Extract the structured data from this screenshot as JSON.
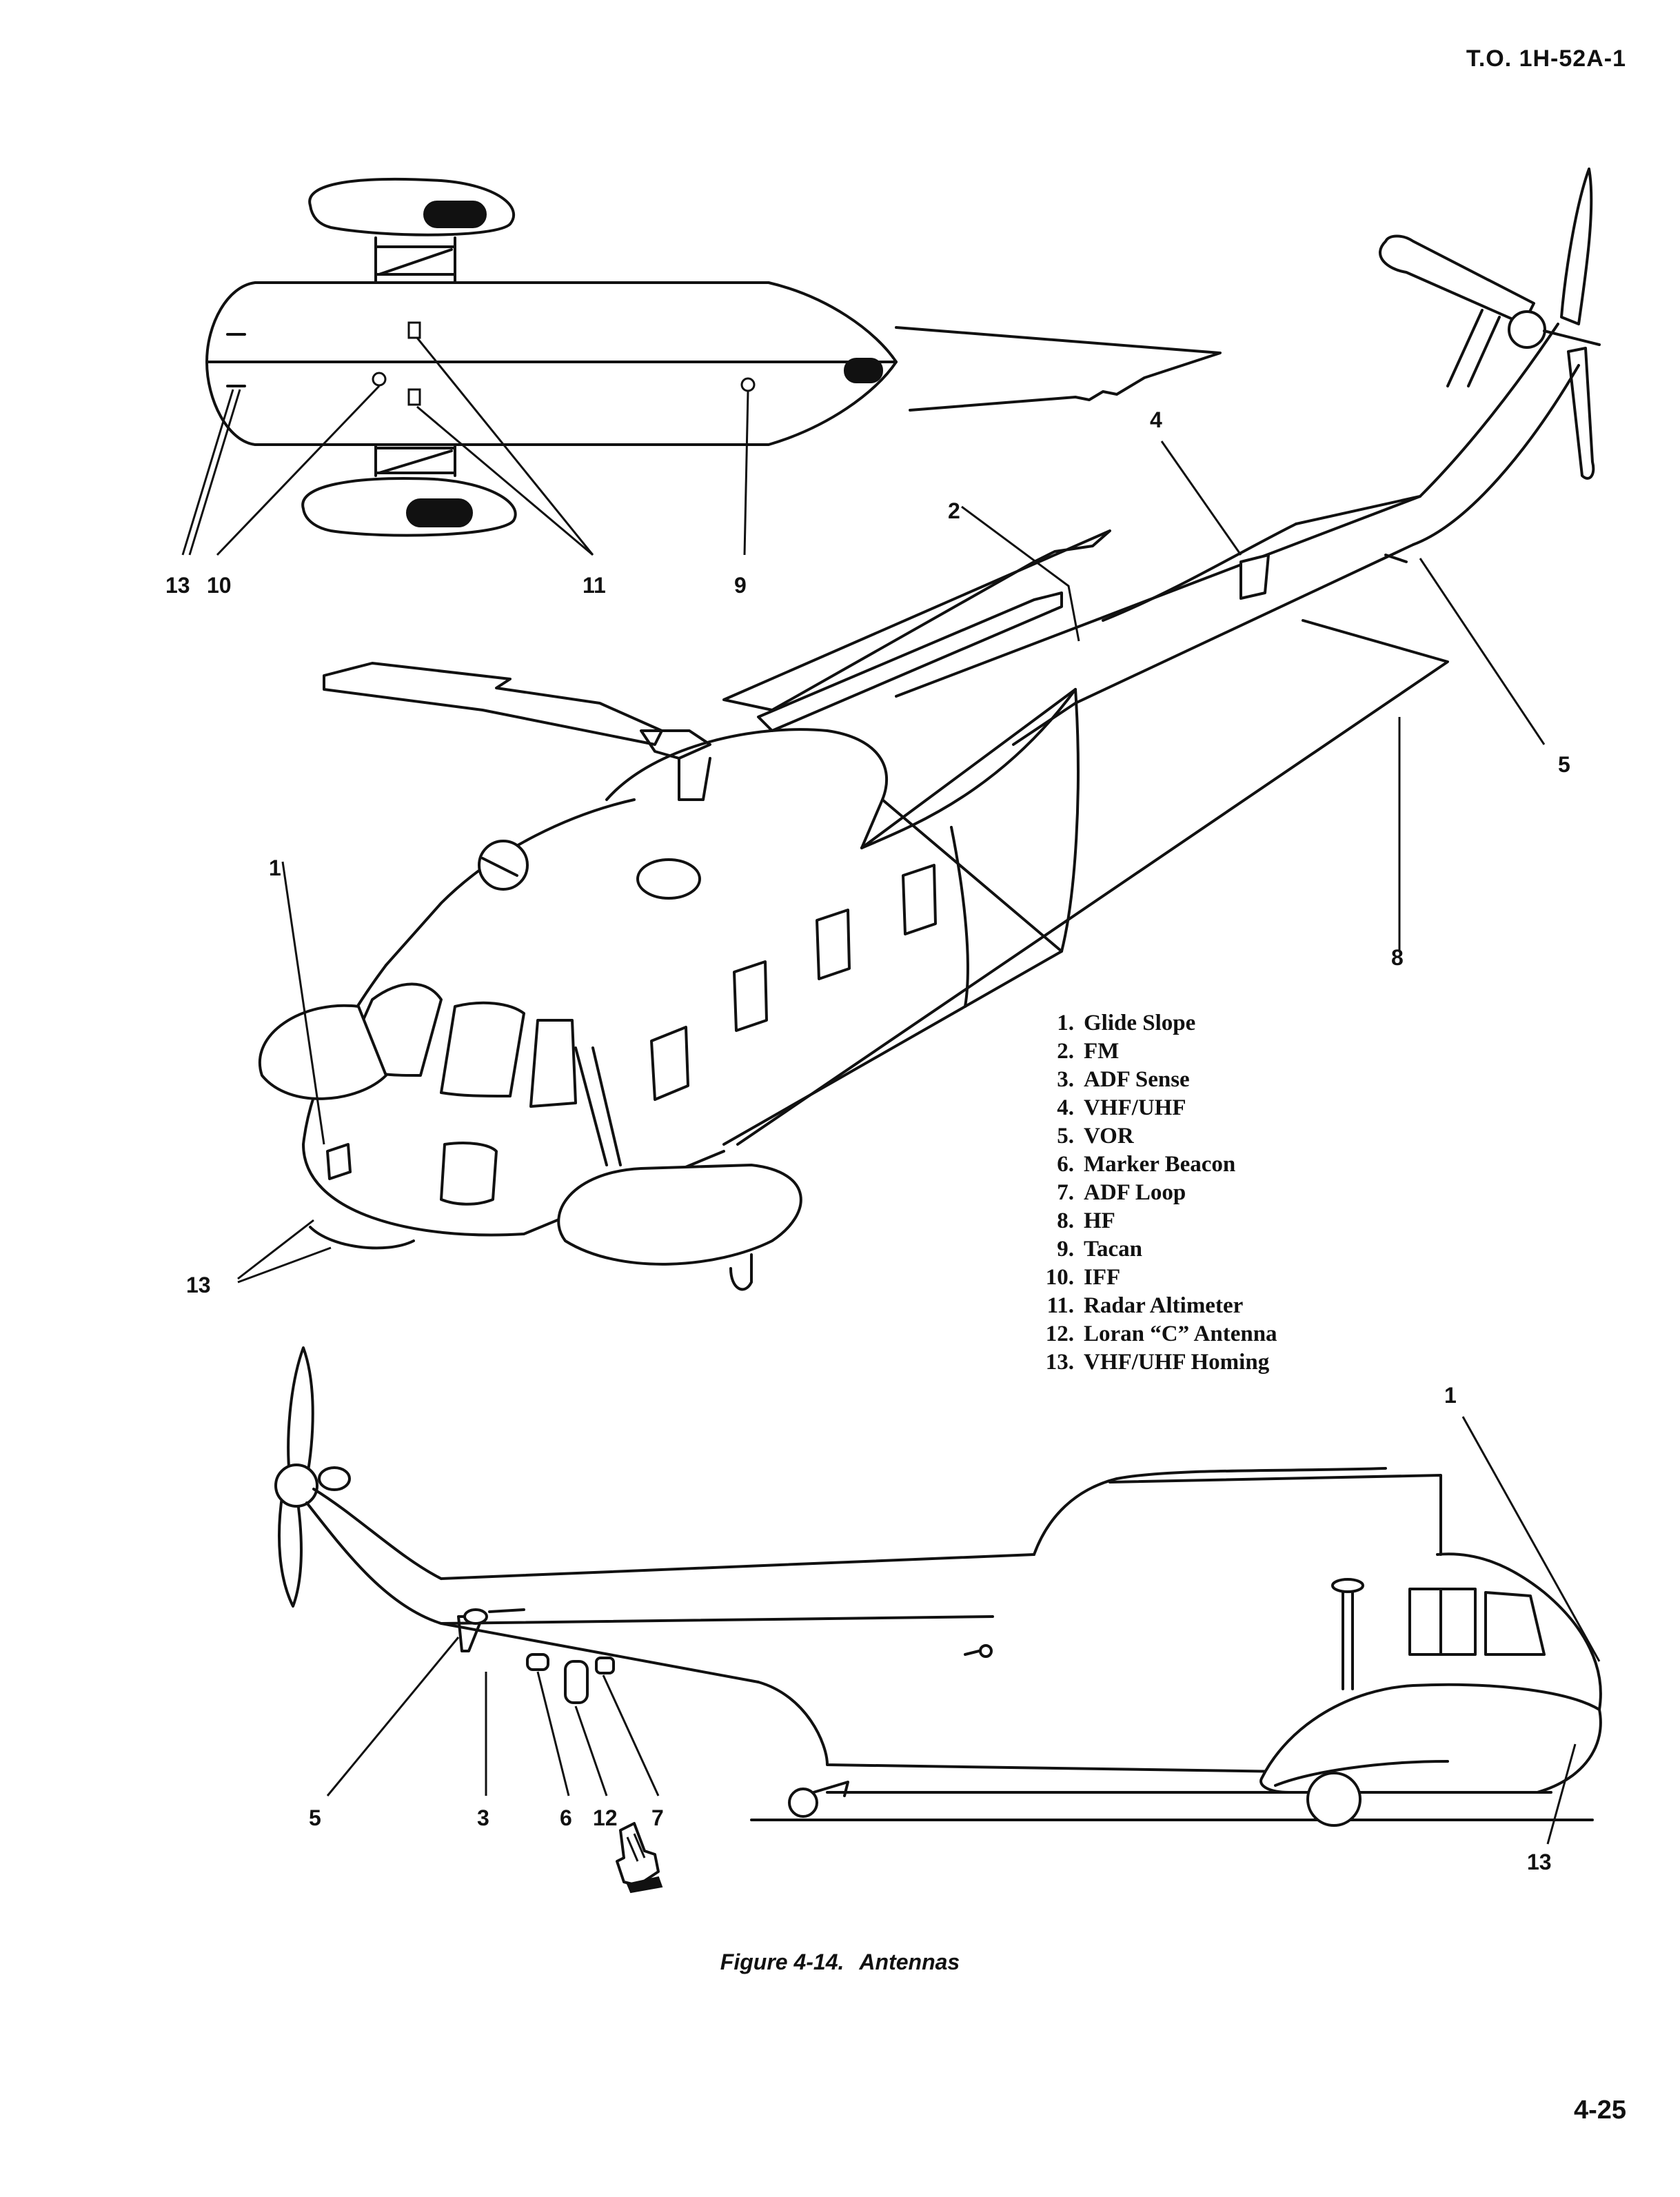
{
  "header": {
    "doc_number": "T.O. 1H-52A-1"
  },
  "legend": {
    "items": [
      {
        "num": "1.",
        "label": "Glide Slope"
      },
      {
        "num": "2.",
        "label": "FM"
      },
      {
        "num": "3.",
        "label": "ADF Sense"
      },
      {
        "num": "4.",
        "label": "VHF/UHF"
      },
      {
        "num": "5.",
        "label": "VOR"
      },
      {
        "num": "6.",
        "label": "Marker Beacon"
      },
      {
        "num": "7.",
        "label": "ADF Loop"
      },
      {
        "num": "8.",
        "label": "HF"
      },
      {
        "num": "9.",
        "label": "Tacan"
      },
      {
        "num": "10.",
        "label": "IFF"
      },
      {
        "num": "11.",
        "label": "Radar Altimeter"
      },
      {
        "num": "12.",
        "label": "Loran “C” Antenna"
      },
      {
        "num": "13.",
        "label": "VHF/UHF Homing"
      }
    ]
  },
  "callouts": {
    "top_view": [
      "13",
      "10",
      "11",
      "9"
    ],
    "three_quarter_view": [
      "2",
      "4",
      "5",
      "1",
      "8",
      "13"
    ],
    "side_view": [
      "1",
      "5",
      "3",
      "6",
      "12",
      "7",
      "13"
    ]
  },
  "caption": {
    "figure": "Figure 4-14.",
    "title": "Antennas"
  },
  "footer": {
    "page_number": "4-25"
  },
  "icons": [
    "pointing-hand-icon"
  ]
}
